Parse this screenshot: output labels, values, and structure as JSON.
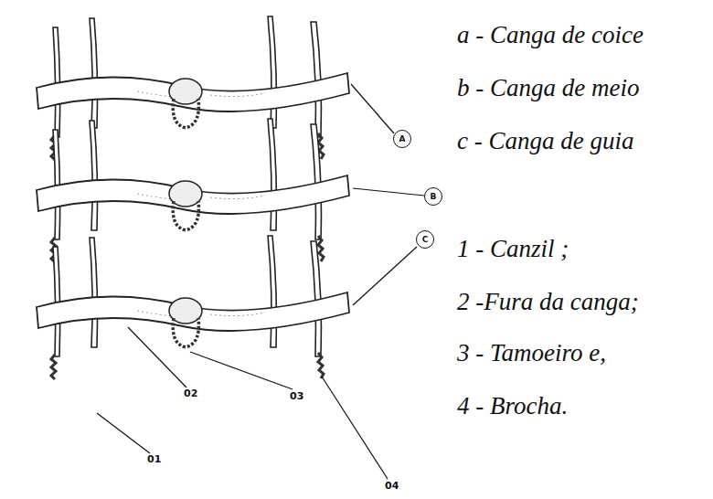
{
  "diagram": {
    "nodes": [
      {
        "text": [
          "A"
        ]
      },
      {
        "text": [
          "B"
        ]
      },
      {
        "text": [
          "C"
        ]
      }
    ],
    "labels": [
      "a - Canga de coice",
      "b - Canga de meio",
      "c - Canga de guia",
      "1 - Canzil ;",
      "2 -Fura da canga;",
      "3 - Tamoeiro e,",
      "4 - Brocha.",
      "01",
      "02",
      "03",
      "04"
    ]
  }
}
